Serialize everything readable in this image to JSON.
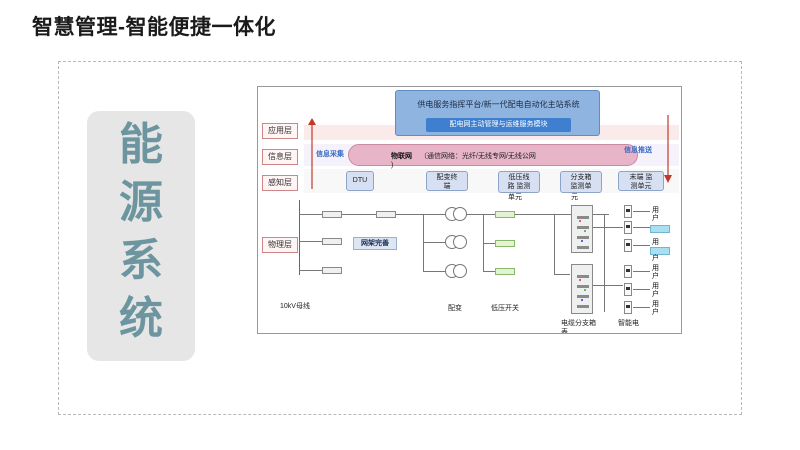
{
  "page": {
    "title": "智慧管理-智能便捷一体化"
  },
  "side_panel": {
    "chars": [
      "能",
      "源",
      "系",
      "统"
    ]
  },
  "diagram": {
    "layers": {
      "application": "应用层",
      "information": "信息层",
      "perception": "感知层",
      "physical": "物理层"
    },
    "platform": {
      "title": "供电服务指挥平台/新一代配电自动化主站系统",
      "module": "配电网主动管理与运维服务模块"
    },
    "iot": {
      "label": "物联网",
      "desc": "（通信网络：光纤/无线专网/无线公网",
      "closing": ")"
    },
    "flows": {
      "collect": "信息采集",
      "push": "信息推送"
    },
    "devices": {
      "dtu": "DTU",
      "transformer_terminal_line1": "配变终",
      "transformer_terminal_line2": "端",
      "lv_monitor_line1": "低压线",
      "lv_monitor_line2": "路 监测",
      "lv_monitor_line3": "单元",
      "branch_monitor_line1": "分支箱",
      "branch_monitor_line2": "监测单",
      "branch_monitor_line3": "元",
      "end_monitor_line1": "末端 监",
      "end_monitor_line2": "测单元"
    },
    "physical": {
      "grid_label": "网架完善",
      "busbar": "10kV母线",
      "transformer": "配变",
      "lv_switch": "低压开关",
      "cable_branch_box_line1": "电缆分支箱",
      "cable_branch_box_line2": "表",
      "smart_meter": "智能电",
      "user_line1": "用",
      "user_line2": "户"
    },
    "colors": {
      "platform": "#8fb4df",
      "module": "#3f7fcf",
      "cloud": "#e7b4c8",
      "arrow": "#c0392b",
      "flow_text": "#3a6bc4"
    }
  }
}
